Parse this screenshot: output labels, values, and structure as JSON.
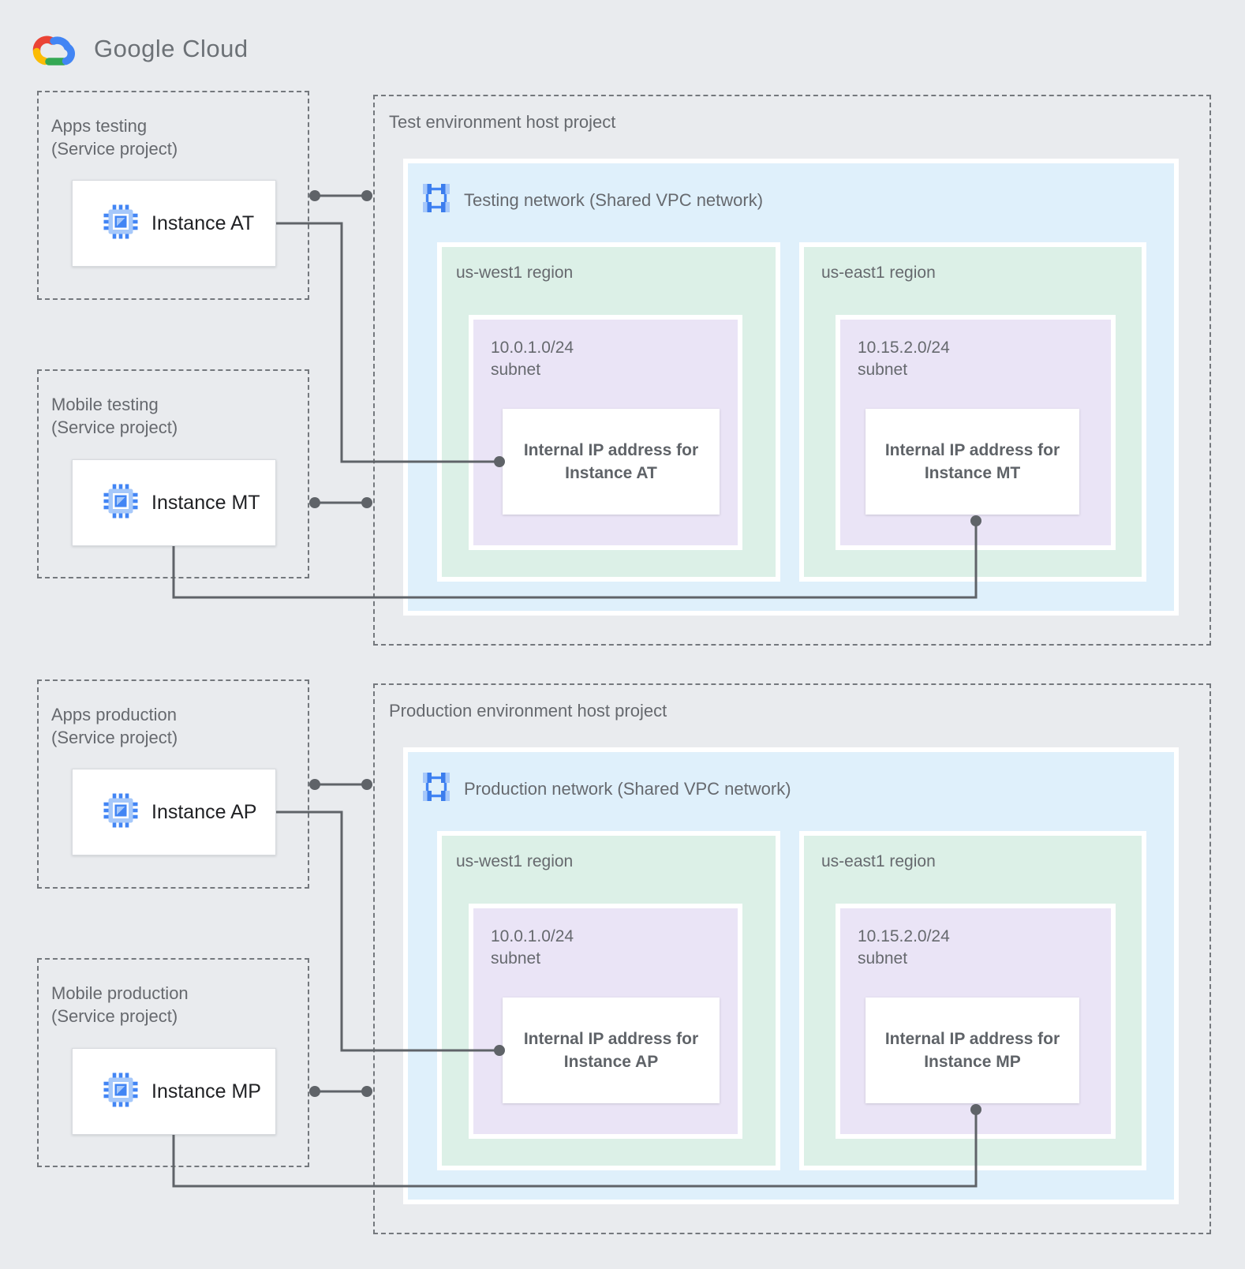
{
  "logo": {
    "text": "Google Cloud"
  },
  "colors": {
    "page_bg": "#E9EBEE",
    "network_fill": "#DFF0FB",
    "region_fill": "#DCF0E7",
    "subnet_fill": "#EAE4F6",
    "connector": "#5F6368",
    "icon_blue": "#4285F4",
    "icon_light_blue": "#A6C8FA"
  },
  "sections": [
    {
      "host_title": "Test environment host project",
      "network_label": "Testing network (Shared VPC network)",
      "projects": [
        {
          "name": "Apps testing",
          "type": "(Service project)",
          "instance": "Instance AT"
        },
        {
          "name": "Mobile testing",
          "type": "(Service project)",
          "instance": "Instance MT"
        }
      ],
      "regions": [
        {
          "name": "us-west1 region",
          "cidr": "10.0.1.0/24",
          "label": "subnet",
          "ip_l1": "Internal IP address for",
          "ip_l2": "Instance AT"
        },
        {
          "name": "us-east1 region",
          "cidr": "10.15.2.0/24",
          "label": "subnet",
          "ip_l1": "Internal IP address for",
          "ip_l2": "Instance MT"
        }
      ]
    },
    {
      "host_title": "Production environment host project",
      "network_label": "Production network (Shared VPC network)",
      "projects": [
        {
          "name": "Apps production",
          "type": "(Service project)",
          "instance": "Instance AP"
        },
        {
          "name": "Mobile production",
          "type": "(Service project)",
          "instance": "Instance MP"
        }
      ],
      "regions": [
        {
          "name": "us-west1 region",
          "cidr": "10.0.1.0/24",
          "label": "subnet",
          "ip_l1": "Internal IP address for",
          "ip_l2": "Instance AP"
        },
        {
          "name": "us-east1 region",
          "cidr": "10.15.2.0/24",
          "label": "subnet",
          "ip_l1": "Internal IP address for",
          "ip_l2": "Instance MP"
        }
      ]
    }
  ]
}
